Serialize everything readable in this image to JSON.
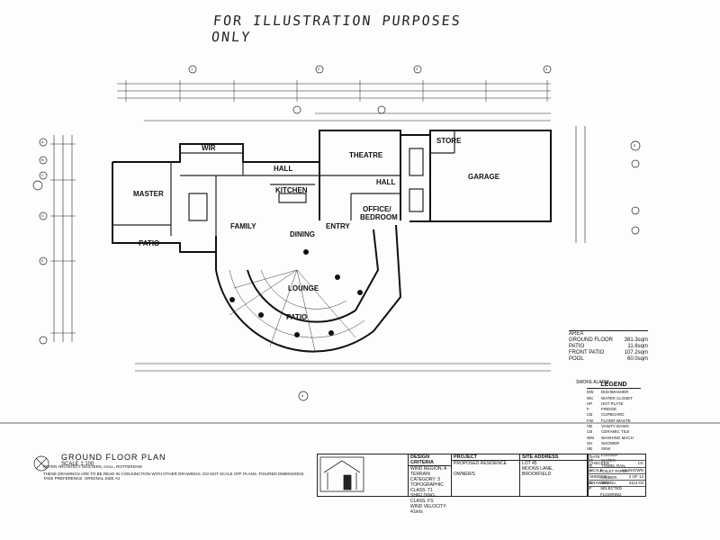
{
  "header": {
    "handwritten_note": "FOR ILLUSTRATION PURPOSES ONLY"
  },
  "rooms": {
    "master": "MASTER",
    "wir": "WIR",
    "hall_1": "HALL",
    "kitchen": "KITCHEN",
    "family": "FAMILY",
    "dining": "DINING",
    "patio_1": "PATIO",
    "lounge": "LOUNGE",
    "patio_2": "PATIO",
    "entry": "ENTRY",
    "theatre": "THEATRE",
    "hall_2": "HALL",
    "office": "OFFICE/",
    "bedroom": "BEDROOM",
    "store": "STORE",
    "garage": "GARAGE"
  },
  "area_table": {
    "title": "AREA",
    "rows": [
      {
        "label": "GROUND FLOOR",
        "value": "381.3sqm"
      },
      {
        "label": "PATIO",
        "value": "11.6sqm"
      },
      {
        "label": "FRONT PATIO",
        "value": "107.2sqm"
      },
      {
        "label": "POOL",
        "value": "60.0sqm"
      }
    ]
  },
  "legend": {
    "title": "LEGEND",
    "smoke_alarm": "SMOKE ALARM",
    "items": [
      {
        "code": "DW",
        "label": "DISHWASHER"
      },
      {
        "code": "WC",
        "label": "WATER CLOSET"
      },
      {
        "code": "HP",
        "label": "HOT PLATE"
      },
      {
        "code": "F",
        "label": "FRIDGE"
      },
      {
        "code": "CB",
        "label": "CUPBOARD"
      },
      {
        "code": "FW",
        "label": "FLOOR WASTE"
      },
      {
        "code": "VB",
        "label": "VANITY BASIN"
      },
      {
        "code": "CB",
        "label": "CERAMIC TILE"
      },
      {
        "code": "WM",
        "label": "WASHING MACH"
      },
      {
        "code": "SH",
        "label": "SHOWER"
      },
      {
        "code": "SB",
        "label": "SINK"
      },
      {
        "code": "LT",
        "label": "LOUVER"
      },
      {
        "code": "WT",
        "label": "WATER"
      },
      {
        "code": "TR",
        "label": "TOWEL RAIL"
      },
      {
        "code": "TP",
        "label": "TOILET PAPER HOLDER"
      },
      {
        "code": "SK",
        "label": "SINK"
      },
      {
        "code": "SF",
        "label": "SELECTED FLOORING"
      }
    ]
  },
  "drawing_title": {
    "title": "GROUND FLOOR PLAN",
    "scale": "SCALE 1:100",
    "note": "THESE DRAWINGS ARE TO BE READ IN CONJUNCTION WITH OTHER DRAWINGS. DO NOT SCALE OFF PLANS. FIGURED DIMENSIONS TAKE PREFERENCE. ORIGINAL SIZE A3",
    "north_note": "REFER ARCHITECT MASTERS, HALL, ROTTERDAM"
  },
  "title_block": {
    "design_criteria_head": "DESIGN CRITERIA",
    "criteria": [
      "WIND REGION:  A",
      "TERRAIN CATEGORY:  3",
      "TOPOGRAPHIC CLASS:  T1",
      "SHIELDING CLASS:  FS",
      "WIND VELOCITY:  41m/s"
    ],
    "project_head": "PROJECT",
    "project": "PROPOSED RESIDENCE",
    "owner_label": "OWNER/S",
    "site_head": "SITE ADDRESS",
    "site_lines": [
      "LOT 45",
      "MOONS LANE,",
      "BROOKFIELD"
    ]
  },
  "sheet_info": {
    "rows": [
      {
        "label": "DATE",
        "value": ""
      },
      {
        "label": "CHECKED",
        "value": "CK"
      },
      {
        "label": "SCALE",
        "value": "AS SHOWN"
      },
      {
        "label": "SHEET No.",
        "value": "2  OF  14"
      },
      {
        "label": "DRAWING No.",
        "value": "3114-03"
      }
    ]
  },
  "grid_markers": [
    "1",
    "2",
    "3",
    "4",
    "5",
    "6",
    "A",
    "B",
    "C",
    "D",
    "E"
  ]
}
